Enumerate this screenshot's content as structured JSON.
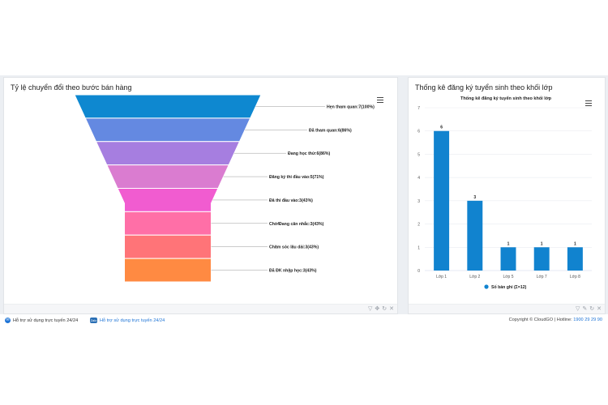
{
  "left_panel": {
    "title": "Tỷ lệ chuyển đổi theo bước bán hàng",
    "funnel": {
      "color_stages": [
        "#0e88d0",
        "#6489e1",
        "#a67ee0",
        "#da7cd0",
        "#f15cd0",
        "#ff6fa7",
        "#ff7478",
        "#ff8a42"
      ],
      "stages": [
        {
          "label": "Hẹn tham quan:7(100%)",
          "value": 7
        },
        {
          "label": "Đã tham quan:6(86%)",
          "value": 6
        },
        {
          "label": "Đang học thử:6(86%)",
          "value": 6
        },
        {
          "label": "Đăng ký thi đầu vào:5(71%)",
          "value": 5
        },
        {
          "label": "Đã thi đầu vào:3(43%)",
          "value": 3
        },
        {
          "label": "Chờ/Đang cân nhắc:3(43%)",
          "value": 3
        },
        {
          "label": "Chăm sóc lâu dài:3(43%)",
          "value": 3
        },
        {
          "label": "Đã ĐK nhập học:3(43%)",
          "value": 3
        }
      ]
    }
  },
  "right_panel": {
    "title": "Thống kê đăng ký tuyển sinh theo khối lớp"
  },
  "chart_data": {
    "type": "bar",
    "title": "Thống kê đăng ký tuyển sinh theo khối lớp",
    "categories": [
      "Lớp 1",
      "Lớp 2",
      "Lớp 5",
      "Lớp 7",
      "Lớp 8"
    ],
    "series": [
      {
        "name": "Số bản ghi (Σ=12)",
        "values": [
          6,
          3,
          1,
          1,
          1
        ],
        "color": "#1183cf"
      }
    ],
    "ylim": [
      0,
      7
    ],
    "yticks": [
      "0",
      "1",
      "2",
      "3",
      "4",
      "5",
      "6",
      "7"
    ],
    "grid": true,
    "legend": "bottom"
  },
  "footer": {
    "support_1": "Hỗ trợ sử dụng trực tuyến 24/24",
    "support_2": "Hỗ trợ sử dụng trực tuyến 24/24",
    "copyright": "Copyright © CloudGO | Hotline:",
    "hotline": "1900 29 29 90"
  }
}
